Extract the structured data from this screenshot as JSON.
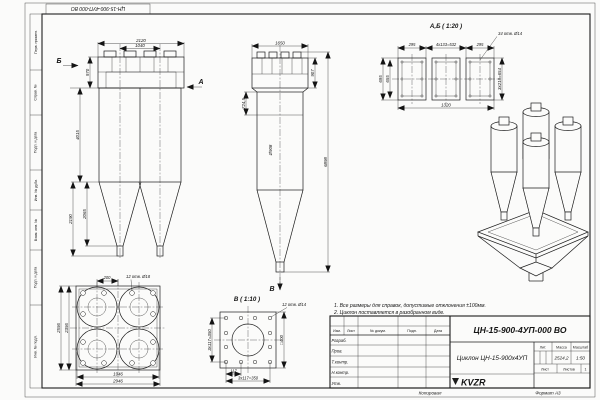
{
  "sheet": {
    "stamp": "ЦН-15-900-4УП-000 ВО",
    "margin_labels": [
      "Перв. примен.",
      "Справ. №",
      "Подп. и дата",
      "Инв. № дубл.",
      "Взам. инв. №",
      "Подп. и дата",
      "Инв. № подл."
    ],
    "footer": {
      "copied": "Копировал",
      "format": "Формат А3"
    }
  },
  "views": {
    "front": {
      "label_b": "Б",
      "label_a": "А",
      "dim_width": "2120",
      "dim_pitch": "1040",
      "dim_inlet_h": "970",
      "dim_body_h": "4015",
      "dim_cone1": "2190",
      "dim_cone2": "2065"
    },
    "side": {
      "dim_width": "1650",
      "dim_top_h": "907",
      "dim_mid_h": "724,5",
      "dim_total_h": "6898",
      "dim_dia": "Ø908",
      "label_v": "В"
    },
    "section_ab": {
      "title": "А,Б ( 1:20 )",
      "dim_left_seg": "295",
      "dim_mid_seg": "4х133=532",
      "dim_right_seg": "295",
      "holes": "34 отв. Ø14",
      "dim_h1": "695",
      "dim_h2": "655",
      "dim_right": "3х218=654",
      "dim_bottom": "1320"
    },
    "plan": {
      "dim_top": "200",
      "holes": "12 отв. Ø18",
      "dim_left1": "2356",
      "dim_left2": "2556",
      "dim_bottom1": "1946",
      "dim_bottom2": "2946"
    },
    "detail_v": {
      "title": "В ( 1:10 )",
      "holes": "12 отв. Ø14",
      "dim_seg": "117",
      "dim_bottom": "3х117=350",
      "dim_left": "3х117=350",
      "dim_right": "□400"
    }
  },
  "notes": {
    "n1": "1. Все размеры для справок, допустимые отклонения ±100мм.",
    "n2": "2. Циклон поставляется в разобранном виде."
  },
  "title_block": {
    "doc_number": "ЦН-15-900-4УП-000 ВО",
    "product_name": "Циклон ЦН-15-900х4УП",
    "columns": [
      "Изм.",
      "Лист",
      "№ докум.",
      "Подп.",
      "Дата"
    ],
    "rows": [
      "Разраб.",
      "Пров.",
      "Т.контр.",
      "Н.контр.",
      "Утв."
    ],
    "lit_label": "Лит.",
    "mass_label": "Масса",
    "scale_label": "Масштаб",
    "mass_value": "2524,2",
    "scale_value": "1:50",
    "sheet_label": "Лист",
    "sheets_label": "Листов",
    "sheets_value": "1",
    "logo": "KVZR"
  }
}
